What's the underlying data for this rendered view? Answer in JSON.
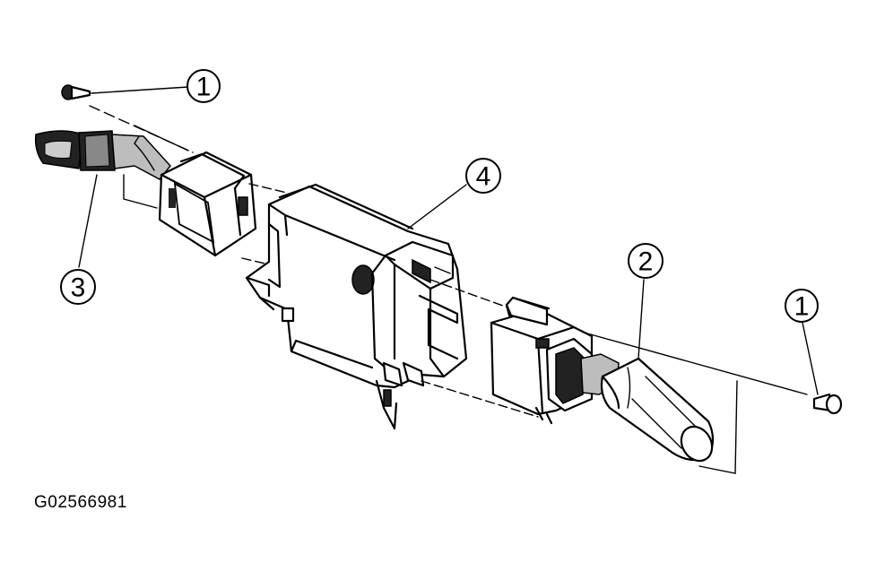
{
  "figure_code": "G02566981",
  "callouts": [
    {
      "label": "1",
      "part": "screw-top-left"
    },
    {
      "label": "1",
      "part": "screw-right"
    },
    {
      "label": "2",
      "part": "wiper-washer-switch"
    },
    {
      "label": "3",
      "part": "turn-signal-headlight-switch"
    },
    {
      "label": "4",
      "part": "combination-switch-body"
    }
  ],
  "colors": {
    "ink": "#000000",
    "background": "#ffffff"
  }
}
